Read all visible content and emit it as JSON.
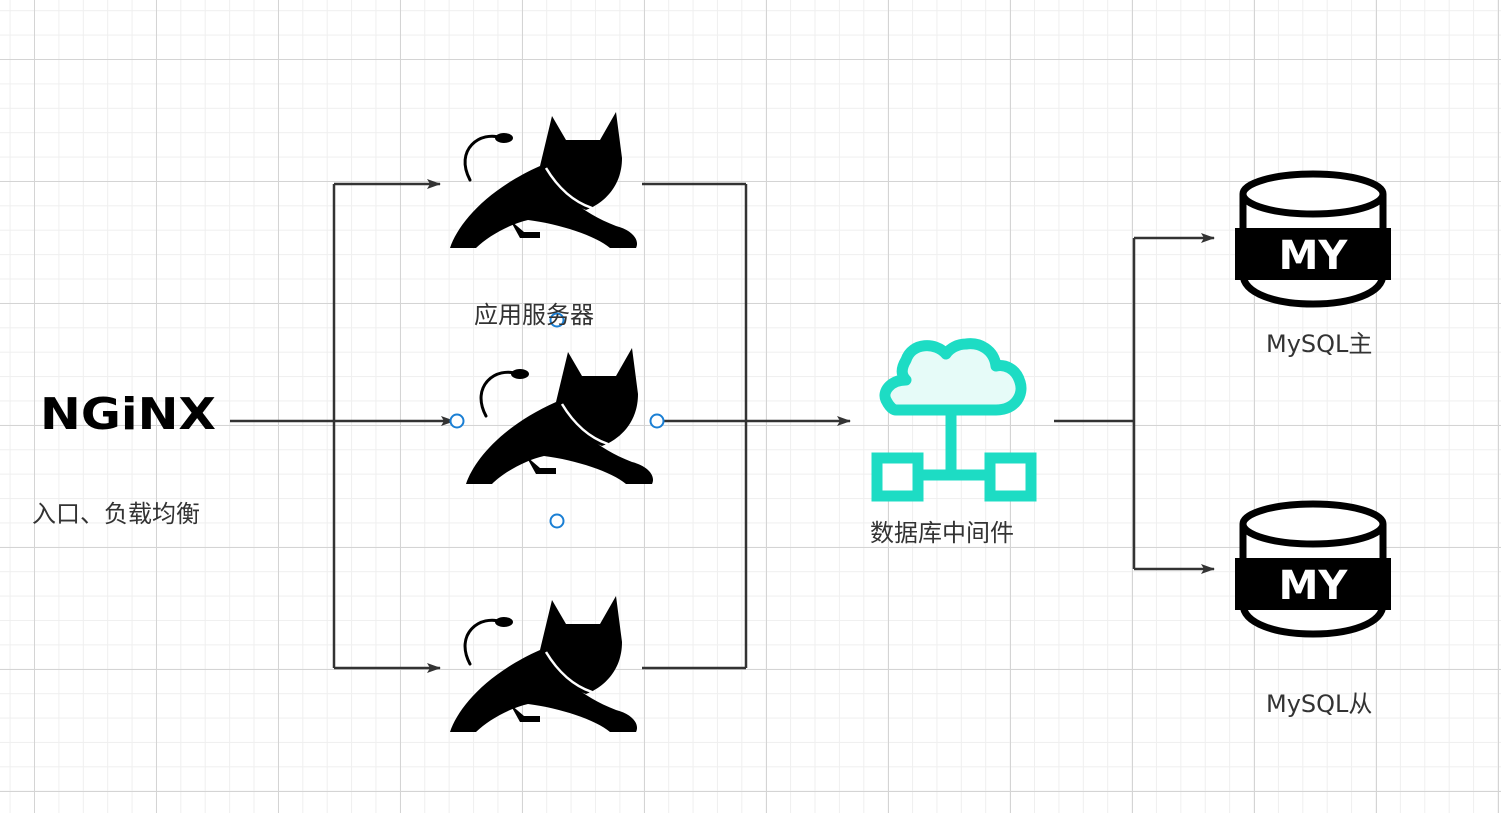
{
  "nodes": {
    "nginx": {
      "logo_text": "NGiNX",
      "label": "入口、负载均衡"
    },
    "app_servers": {
      "label": "应用服务器",
      "count": 3
    },
    "middleware": {
      "label": "数据库中间件"
    },
    "mysql_master": {
      "badge": "MY",
      "label": "MySQL主"
    },
    "mysql_slave": {
      "badge": "MY",
      "label": "MySQL从"
    }
  },
  "colors": {
    "middleware_stroke": "#1ddcc4",
    "middleware_fill": "#e6fbf8",
    "connector": "#333333",
    "selection_handle": "#1a7fd4"
  }
}
